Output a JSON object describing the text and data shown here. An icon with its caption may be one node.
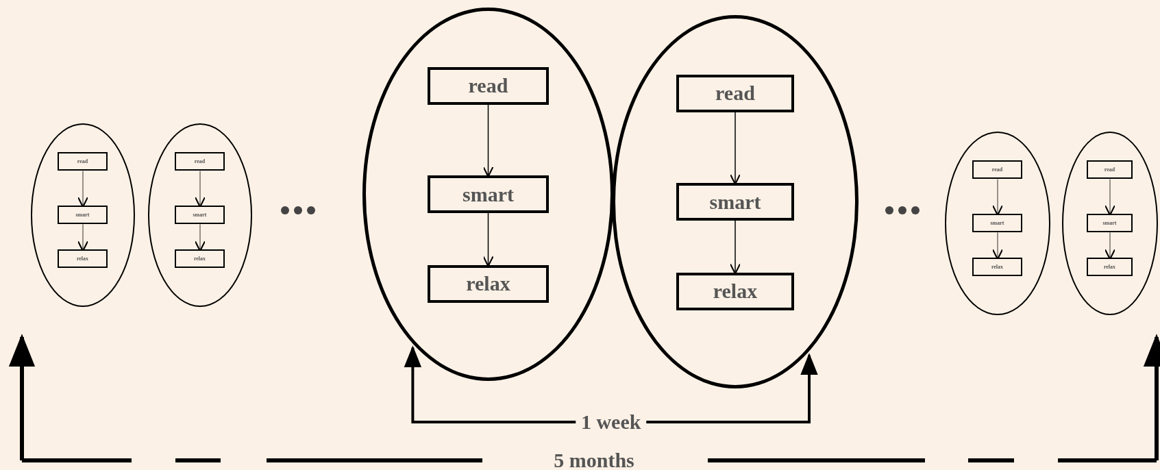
{
  "diagram": {
    "nodes": [
      {
        "text": [],
        "shape": "ellipse"
      },
      {
        "text": [
          "read"
        ],
        "in": 0
      },
      {
        "text": [
          "smart"
        ],
        "in": 0
      },
      {
        "text": [
          "relax"
        ],
        "in": 0
      },
      {
        "text": [],
        "shape": "ellipse"
      },
      {
        "text": [
          "read"
        ],
        "in": 4
      },
      {
        "text": [
          "smart"
        ],
        "in": 4
      },
      {
        "text": [
          "relax"
        ],
        "in": 4
      },
      {
        "text": [],
        "shape": "ellipse"
      },
      {
        "text": [
          "read"
        ],
        "in": 8
      },
      {
        "text": [
          "smart"
        ],
        "in": 8
      },
      {
        "text": [
          "relax"
        ],
        "in": 8
      },
      {
        "text": [],
        "shape": "ellipse"
      },
      {
        "text": [
          "read"
        ],
        "in": 12
      },
      {
        "text": [
          "smart"
        ],
        "in": 12
      },
      {
        "text": [
          "relax"
        ],
        "in": 12
      },
      {
        "text": [],
        "shape": "ellipse"
      },
      {
        "text": [
          "read"
        ],
        "in": 16
      },
      {
        "text": [
          "smart"
        ],
        "in": 16
      },
      {
        "text": [
          "relax"
        ],
        "in": 16
      },
      {
        "text": [],
        "shape": "ellipse"
      },
      {
        "text": [
          "read"
        ],
        "in": 20
      },
      {
        "text": [
          "smart"
        ],
        "in": 20
      },
      {
        "text": [
          "relax"
        ],
        "in": 20
      }
    ],
    "edges": [
      {
        "from": 1,
        "to": 2,
        "arrow": "to"
      },
      {
        "from": 2,
        "to": 3,
        "arrow": "to"
      },
      {
        "from": 5,
        "to": 6,
        "arrow": "to"
      },
      {
        "from": 6,
        "to": 7,
        "arrow": "to"
      },
      {
        "from": 9,
        "to": 10,
        "arrow": "to"
      },
      {
        "from": 10,
        "to": 11,
        "arrow": "to"
      },
      {
        "from": 13,
        "to": 14,
        "arrow": "to"
      },
      {
        "from": 14,
        "to": 15,
        "arrow": "to"
      },
      {
        "from": 17,
        "to": 18,
        "arrow": "to"
      },
      {
        "from": 18,
        "to": 19,
        "arrow": "to"
      },
      {
        "from": 21,
        "to": 22,
        "arrow": "to"
      },
      {
        "from": 22,
        "to": 23,
        "arrow": "to"
      },
      {
        "from": 8,
        "to": 12,
        "arrow": "both",
        "label": "1 week",
        "style": "thick"
      }
    ],
    "labels": [
      "5 months"
    ]
  }
}
